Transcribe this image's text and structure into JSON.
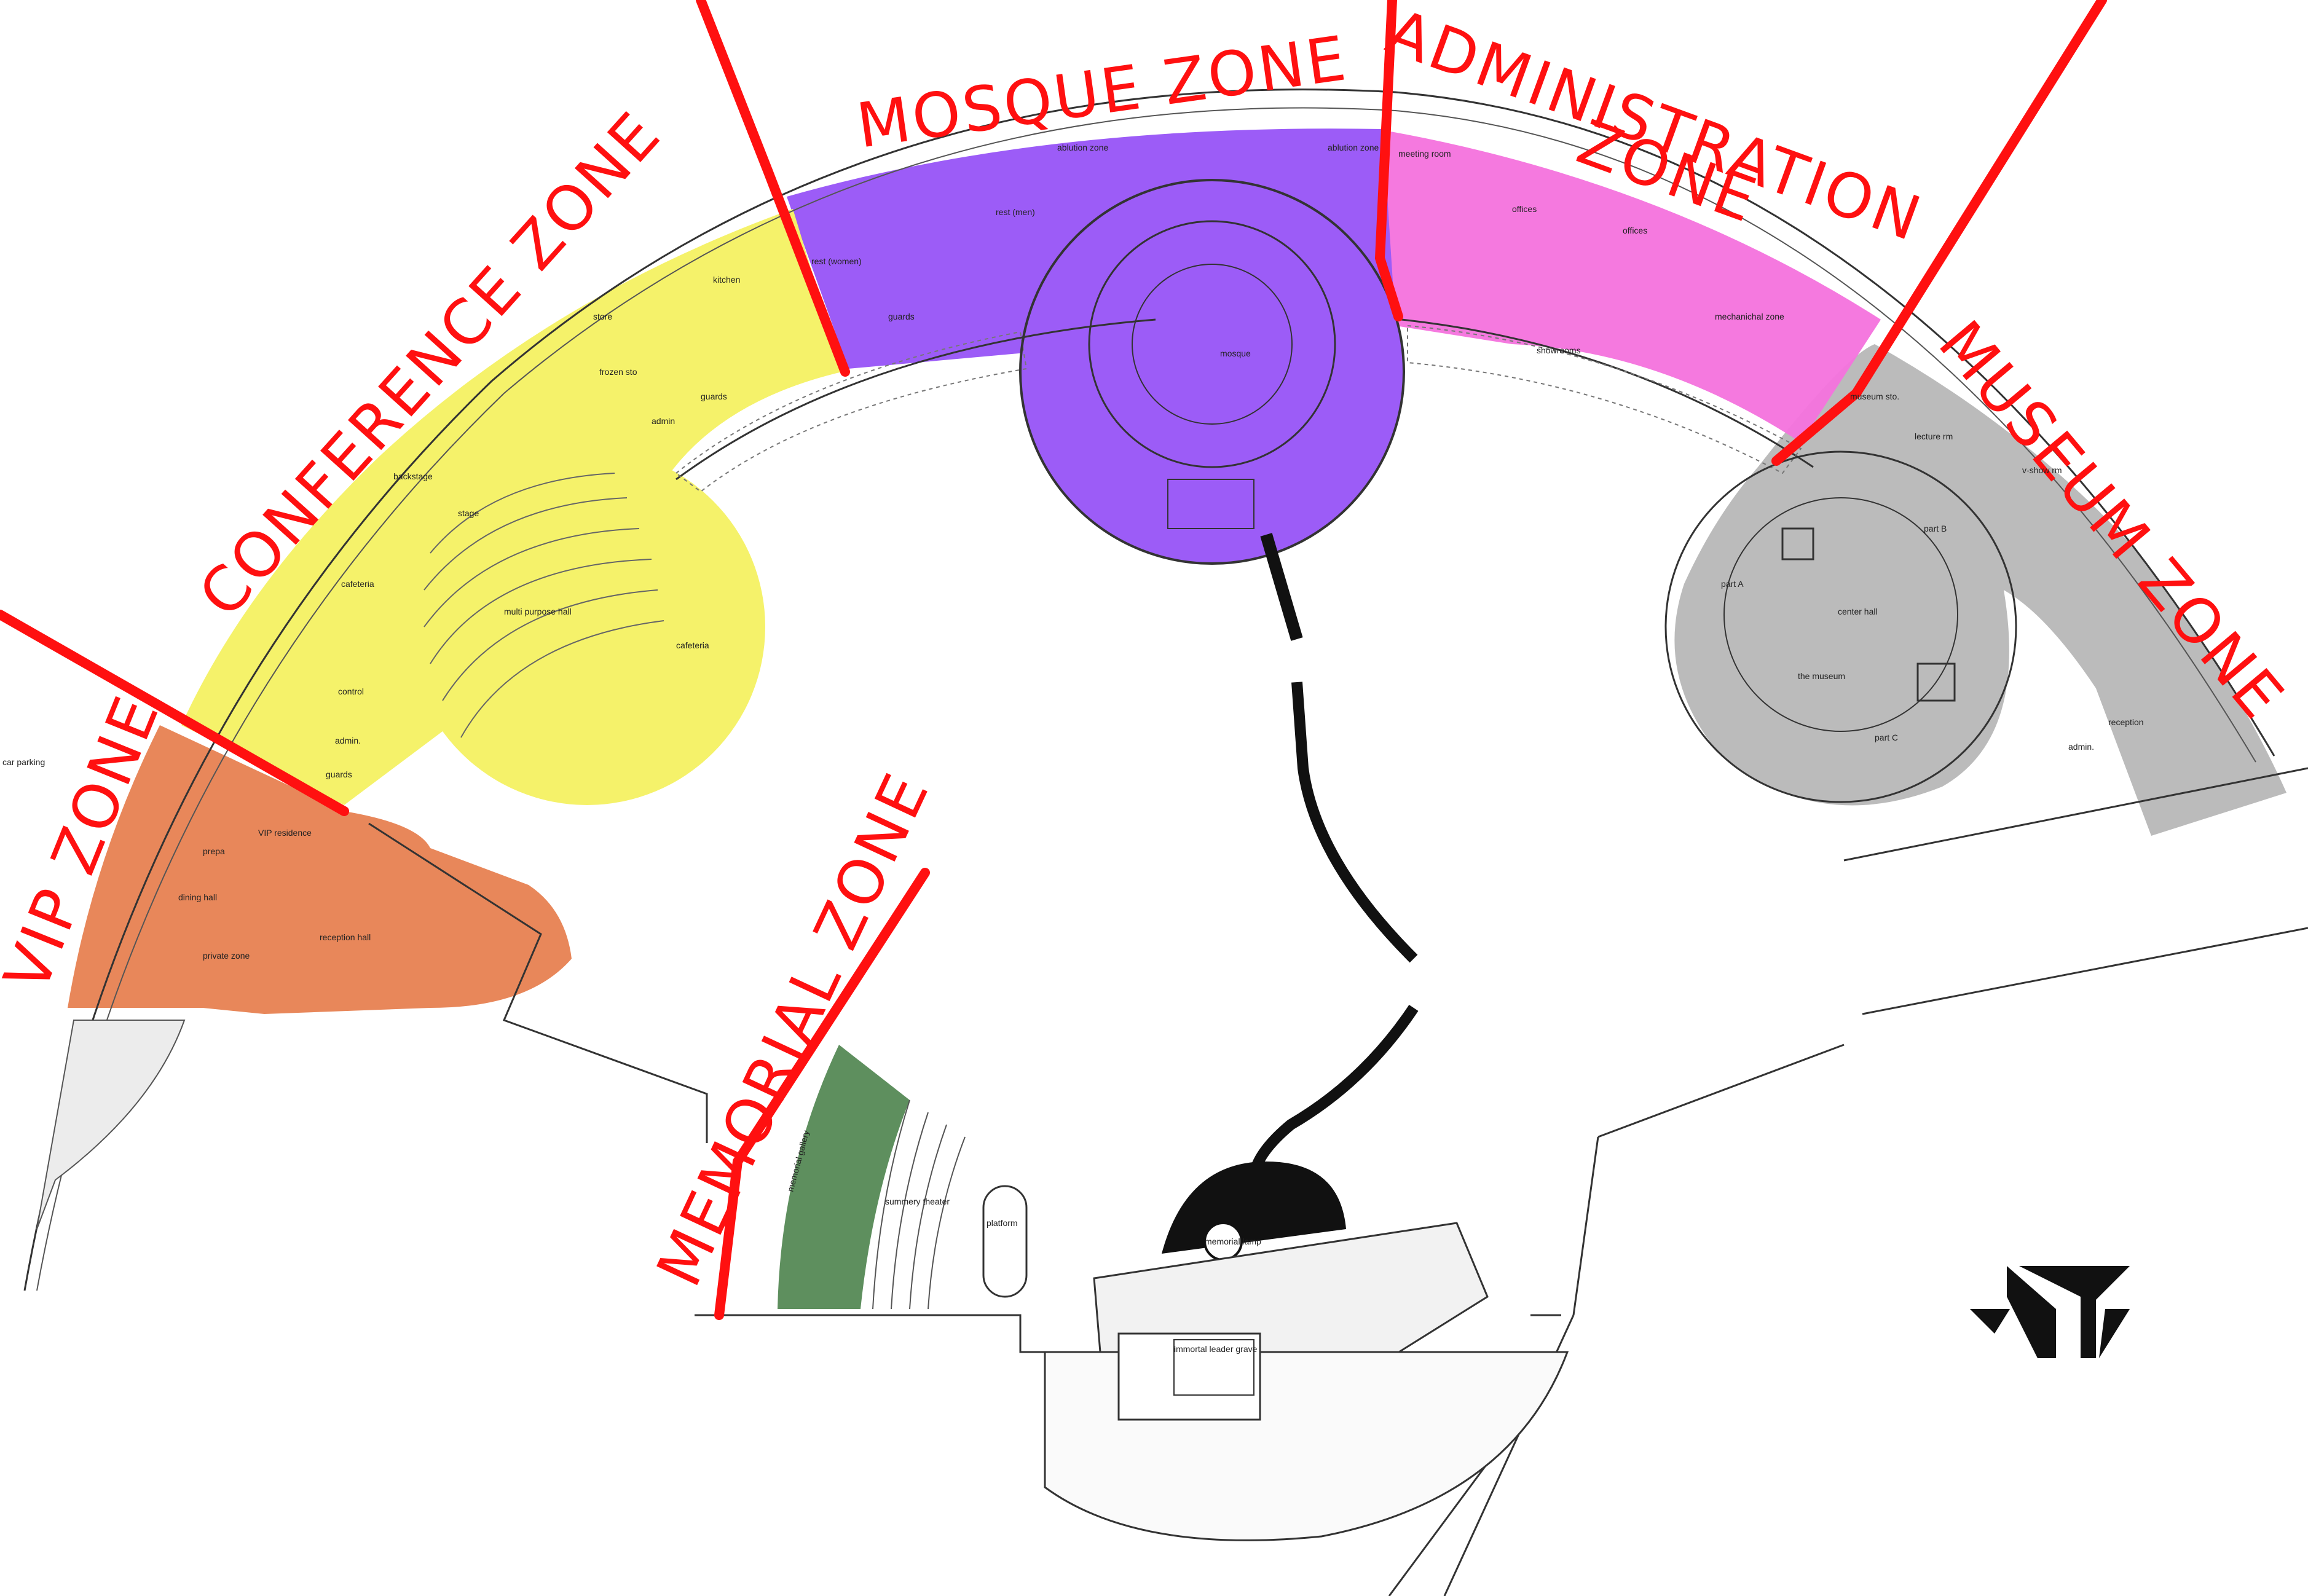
{
  "zones": {
    "vip": "VIP ZONE",
    "conference": "CONFERENCE ZONE",
    "mosque": "MOSQUE ZONE",
    "administration_line1": "ADMINISTRATION",
    "administration_line2": "ZONE",
    "museum": "MUSEUM ZONE",
    "memorial": "MEMORIAL ZONE"
  },
  "rooms": {
    "car_parking": "car parking",
    "vip_residence": "VIP residence",
    "prepa": "prepa",
    "dining_hall": "dining hall",
    "private_zone": "private zone",
    "reception_hall": "reception hall",
    "guards_vip": "guards",
    "admin_vip": "admin.",
    "control": "control",
    "kitchen": "kitchen",
    "store": "store",
    "frozen_sto": "frozen sto",
    "guards_conf": "guards",
    "admin_conf": "admin",
    "backstage": "backstage",
    "stage": "stage",
    "cafeteria_left": "cafeteria",
    "cafeteria_right": "cafeteria",
    "multi_purpose_hall": "multi purpose hall",
    "ablution_zone": "ablution zone",
    "ablution_zone_2": "ablution zone",
    "rest_men": "rest (men)",
    "rest_women": "rest (women)",
    "guards_mosque": "guards",
    "mosque": "mosque",
    "meeting_room": "meeting room",
    "offices": "offices",
    "offices_2": "offices",
    "showrooms": "showrooms",
    "mechanical_zone": "mechanichal zone",
    "museum_sto": "museum sto.",
    "lecture_rm": "lecture rm",
    "v_show_rm": "v-show rm",
    "part_a": "part A",
    "part_b": "part B",
    "part_c": "part C",
    "center_hall": "center hall",
    "the_museum": "the museum",
    "reception": "reception",
    "admin_museum": "admin.",
    "memorial_gallery": "memorial gallery",
    "summary_theater": "summery theater",
    "platform": "platform",
    "memorial_lamp": "memorial lamp",
    "immortal_leader_grave": "immortal leader grave"
  },
  "colors": {
    "vip": "#e8875a",
    "conference": "#f5f26a",
    "mosque": "#9c5cf7",
    "administration": "#f472dd",
    "museum": "#b4b4b4",
    "memorial": "#5e8f5e",
    "divider": "#ff1010"
  },
  "icons": {
    "north_arrow": "north-arrow-icon"
  }
}
